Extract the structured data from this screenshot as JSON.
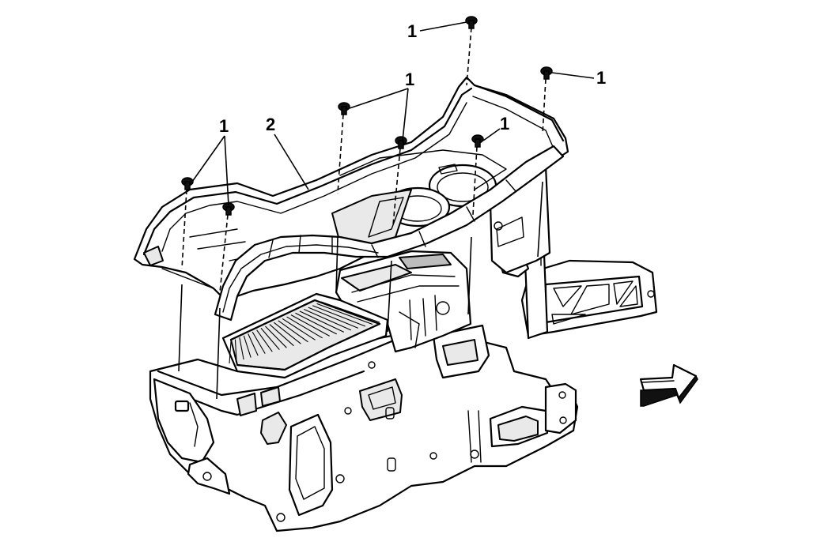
{
  "callouts": {
    "fastener_1": "1",
    "fastener_2": "1",
    "fastener_3": "1",
    "fastener_4": "1",
    "fastener_5": "1",
    "console_2": "2"
  },
  "icons": {
    "front_arrow": "front-direction-arrow-icon",
    "fastener": "bolt-icon"
  }
}
